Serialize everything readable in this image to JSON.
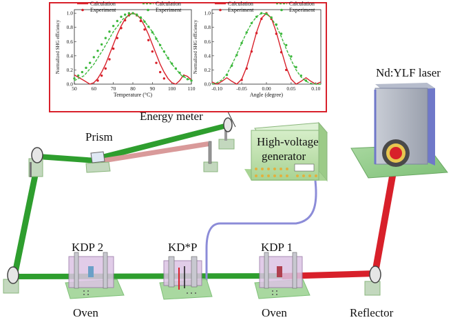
{
  "labels": {
    "nd_ylf_laser": "Nd:YLF laser",
    "energy_meter": "Energy meter",
    "prism": "Prism",
    "hv_generator_line1": "High-voltage",
    "hv_generator_line2": "generator",
    "kdp2": "KDP 2",
    "kdstarp": "KD*P",
    "kdp1": "KDP 1",
    "oven_left": "Oven",
    "oven_right": "Oven",
    "reflector": "Reflector"
  },
  "colors": {
    "green_beam": "#2e9e2e",
    "red_beam": "#d8202a",
    "pink_beam": "#d99a9a",
    "inset_border": "#d8202a",
    "cable": "#8c8cd8"
  },
  "chart_data": [
    {
      "type": "line",
      "ylabel": "Normalized SHG efficiency",
      "xlabel": "Temperature (°C)",
      "xlim": [
        50,
        110
      ],
      "ylim": [
        0,
        1.05
      ],
      "x_ticks": [
        "50",
        "60",
        "70",
        "80",
        "90",
        "100",
        "110"
      ],
      "y_ticks": [
        "0.0",
        "0.2",
        "0.4",
        "0.6",
        "0.8",
        "1.0"
      ],
      "legend": [
        "Calculation",
        "Experiment",
        "Calculation",
        "Experiment"
      ],
      "series": [
        {
          "name": "Calculation",
          "color": "#d8202a",
          "style": "solid",
          "x": [
            50,
            55,
            58,
            60,
            62,
            64,
            66,
            68,
            70,
            72,
            74,
            76,
            78,
            80,
            82,
            84,
            86,
            88,
            90,
            92,
            94,
            96,
            98,
            100,
            102,
            104,
            106,
            108,
            110
          ],
          "y": [
            0.13,
            0.05,
            0.0,
            0.02,
            0.08,
            0.17,
            0.28,
            0.42,
            0.56,
            0.7,
            0.82,
            0.92,
            0.98,
            1.0,
            0.98,
            0.92,
            0.82,
            0.7,
            0.56,
            0.42,
            0.28,
            0.17,
            0.08,
            0.02,
            0.0,
            0.05,
            0.13,
            0.11,
            0.06
          ]
        },
        {
          "name": "Experiment",
          "color": "#d8202a",
          "style": "dots",
          "x": [
            62,
            64,
            66,
            68,
            70,
            72,
            74,
            76,
            78,
            80,
            82,
            84,
            86,
            88,
            90,
            92,
            94,
            96
          ],
          "y": [
            0.05,
            0.12,
            0.22,
            0.35,
            0.5,
            0.65,
            0.79,
            0.9,
            0.97,
            1.0,
            0.97,
            0.89,
            0.77,
            0.62,
            0.46,
            0.3,
            0.17,
            0.08
          ]
        },
        {
          "name": "Calculation",
          "color": "#3cb83c",
          "style": "dashed",
          "x": [
            50,
            55,
            60,
            65,
            70,
            75,
            80,
            85,
            90,
            95,
            100,
            105,
            110
          ],
          "y": [
            0.05,
            0.12,
            0.28,
            0.5,
            0.74,
            0.92,
            1.0,
            0.92,
            0.74,
            0.5,
            0.28,
            0.12,
            0.05
          ]
        },
        {
          "name": "Experiment",
          "color": "#3cb83c",
          "style": "dots",
          "x": [
            50,
            52,
            54,
            56,
            58,
            60,
            62,
            64,
            66,
            68,
            70,
            72,
            74,
            76,
            78,
            80,
            82,
            84,
            86,
            88,
            90,
            92,
            94,
            96,
            98,
            100,
            102,
            104,
            106,
            108,
            110
          ],
          "y": [
            0.08,
            0.12,
            0.17,
            0.23,
            0.3,
            0.38,
            0.47,
            0.56,
            0.65,
            0.74,
            0.82,
            0.89,
            0.95,
            0.98,
            1.0,
            1.0,
            0.98,
            0.94,
            0.88,
            0.81,
            0.73,
            0.64,
            0.55,
            0.46,
            0.37,
            0.29,
            0.22,
            0.16,
            0.11,
            0.07,
            0.05
          ]
        }
      ]
    },
    {
      "type": "line",
      "ylabel": "Normalized SHG efficiency",
      "xlabel": "Angle (degree)",
      "xlim": [
        -0.11,
        0.11
      ],
      "ylim": [
        0,
        1.05
      ],
      "x_ticks": [
        "-0.10",
        "-0.05",
        "0.00",
        "0.05",
        "0.10"
      ],
      "y_ticks": [
        "0.0",
        "0.2",
        "0.4",
        "0.6",
        "0.8",
        "1.0"
      ],
      "legend": [
        "Calculation",
        "Experiment",
        "Calculation",
        "Experiment"
      ],
      "series": [
        {
          "name": "Calculation",
          "color": "#d8202a",
          "style": "solid",
          "x": [
            -0.11,
            -0.1,
            -0.09,
            -0.08,
            -0.07,
            -0.06,
            -0.05,
            -0.04,
            -0.03,
            -0.02,
            -0.01,
            0.0,
            0.01,
            0.02,
            0.03,
            0.04,
            0.05,
            0.06,
            0.07,
            0.08,
            0.09,
            0.1,
            0.11
          ],
          "y": [
            0.03,
            0.0,
            0.04,
            0.09,
            0.04,
            0.0,
            0.07,
            0.24,
            0.48,
            0.73,
            0.93,
            1.0,
            0.93,
            0.73,
            0.48,
            0.24,
            0.07,
            0.0,
            0.04,
            0.09,
            0.04,
            0.0,
            0.03
          ]
        },
        {
          "name": "Experiment",
          "color": "#d8202a",
          "style": "dots",
          "x": [
            -0.05,
            -0.04,
            -0.03,
            -0.02,
            -0.01,
            0.0,
            0.01,
            0.02,
            0.03,
            0.04
          ],
          "y": [
            0.06,
            0.22,
            0.46,
            0.72,
            0.92,
            1.0,
            0.92,
            0.71,
            0.45,
            0.2
          ]
        },
        {
          "name": "Calculation",
          "color": "#3cb83c",
          "style": "dashed",
          "x": [
            -0.11,
            -0.1,
            -0.09,
            -0.08,
            -0.07,
            -0.06,
            -0.05,
            -0.04,
            -0.03,
            -0.02,
            -0.01,
            0.0,
            0.01,
            0.02,
            0.03,
            0.04,
            0.05,
            0.06,
            0.07,
            0.08,
            0.09,
            0.1,
            0.11
          ],
          "y": [
            0.0,
            0.02,
            0.06,
            0.14,
            0.27,
            0.42,
            0.58,
            0.73,
            0.86,
            0.95,
            1.0,
            0.99,
            0.93,
            0.82,
            0.67,
            0.5,
            0.34,
            0.2,
            0.1,
            0.04,
            0.01,
            0.0,
            0.0
          ]
        },
        {
          "name": "Experiment",
          "color": "#3cb83c",
          "style": "dots",
          "x": [
            -0.08,
            -0.07,
            -0.06,
            -0.05,
            -0.04,
            -0.03,
            -0.02,
            -0.01,
            0.0,
            0.01,
            0.02,
            0.03,
            0.04,
            0.05,
            0.06,
            0.07,
            0.08
          ],
          "y": [
            0.13,
            0.26,
            0.41,
            0.58,
            0.73,
            0.86,
            0.95,
            1.0,
            0.99,
            0.94,
            0.84,
            0.71,
            0.55,
            0.39,
            0.24,
            0.12,
            0.05
          ]
        }
      ]
    }
  ]
}
